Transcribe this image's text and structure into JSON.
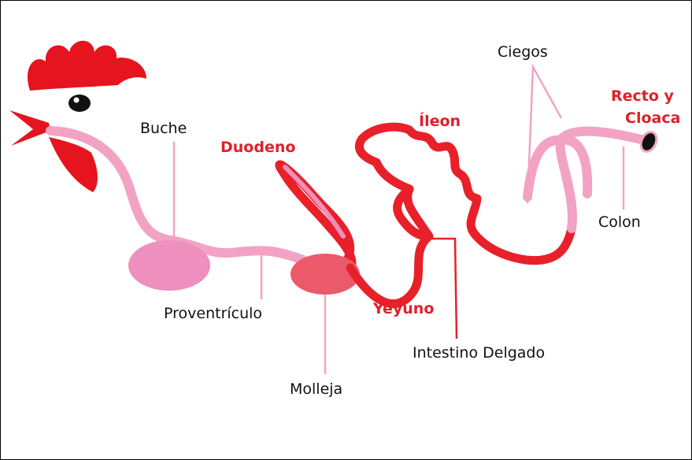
{
  "colors": {
    "tract_pink": "#f2a3c4",
    "tract_red": "#e8202a",
    "crop_pink": "#ef8fbd",
    "gizzard_red": "#eb5a6a",
    "comb_red": "#e5141e",
    "label_red": "#e0202a",
    "label_black": "#111111",
    "leader_pink": "#f2a3c4",
    "leader_red": "#e8202a"
  },
  "labels": {
    "buche": "Buche",
    "duodeno": "Duodeno",
    "ileon": "Íleon",
    "ciegos": "Ciegos",
    "recto_line1": "Recto y",
    "recto_line2": "Cloaca",
    "colon": "Colon",
    "proventriculo": "Proventrículo",
    "yeyuno": "Yeyuno",
    "intestino_delgado": "Intestino Delgado",
    "molleja": "Molleja"
  }
}
